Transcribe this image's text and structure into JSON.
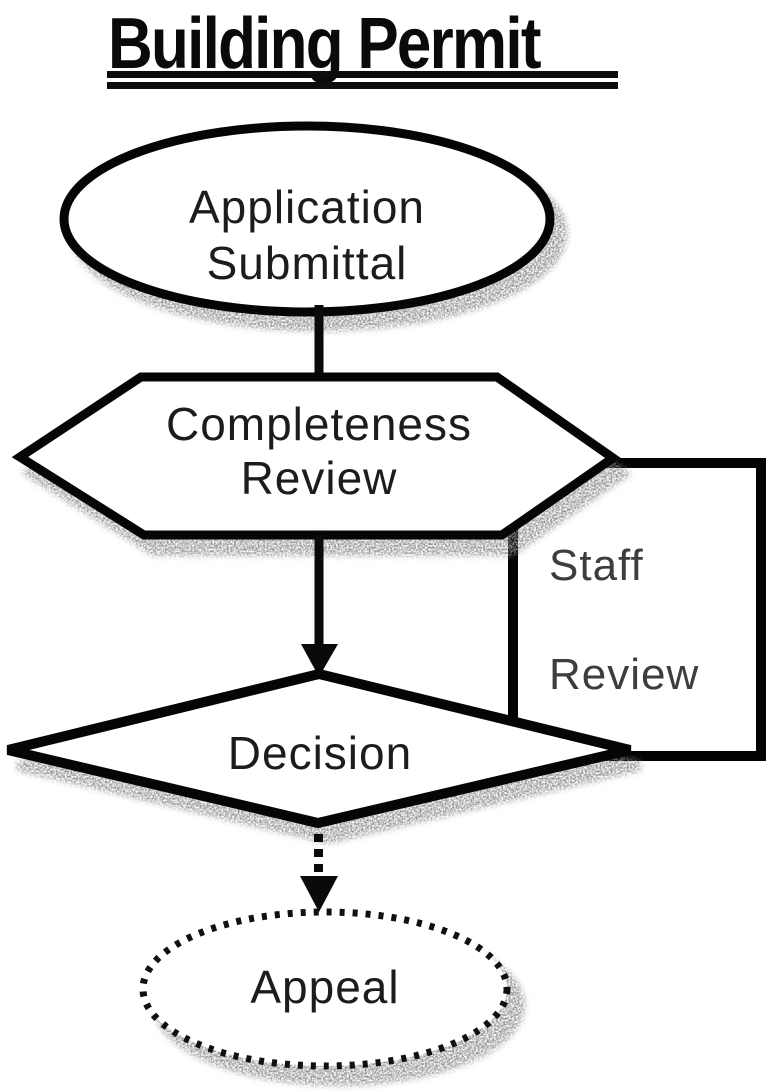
{
  "title": {
    "text": "Building Permit"
  },
  "nodes": {
    "application_submittal": {
      "line1": "Application",
      "line2": "Submittal",
      "shape": "ellipse",
      "border": "solid"
    },
    "completeness_review": {
      "line1": "Completeness",
      "line2": "Review",
      "shape": "hexagon",
      "border": "solid"
    },
    "staff_review": {
      "line1": "Staff",
      "line2": "Review",
      "shape": "rectangle",
      "border": "solid"
    },
    "decision": {
      "label": "Decision",
      "shape": "diamond",
      "border": "solid"
    },
    "appeal": {
      "label": "Appeal",
      "shape": "ellipse",
      "border": "dotted"
    }
  },
  "edges": [
    {
      "from": "Application Submittal",
      "to": "Completeness Review",
      "style": "solid",
      "arrowhead": false
    },
    {
      "from": "Completeness Review",
      "to": "Decision",
      "style": "solid",
      "arrowhead": true
    },
    {
      "from": "Decision",
      "to": "Appeal",
      "style": "dashed",
      "arrowhead": true
    }
  ],
  "colors": {
    "ink": "#000000",
    "background": "#ffffff",
    "shadow": "#8f8f8f"
  }
}
